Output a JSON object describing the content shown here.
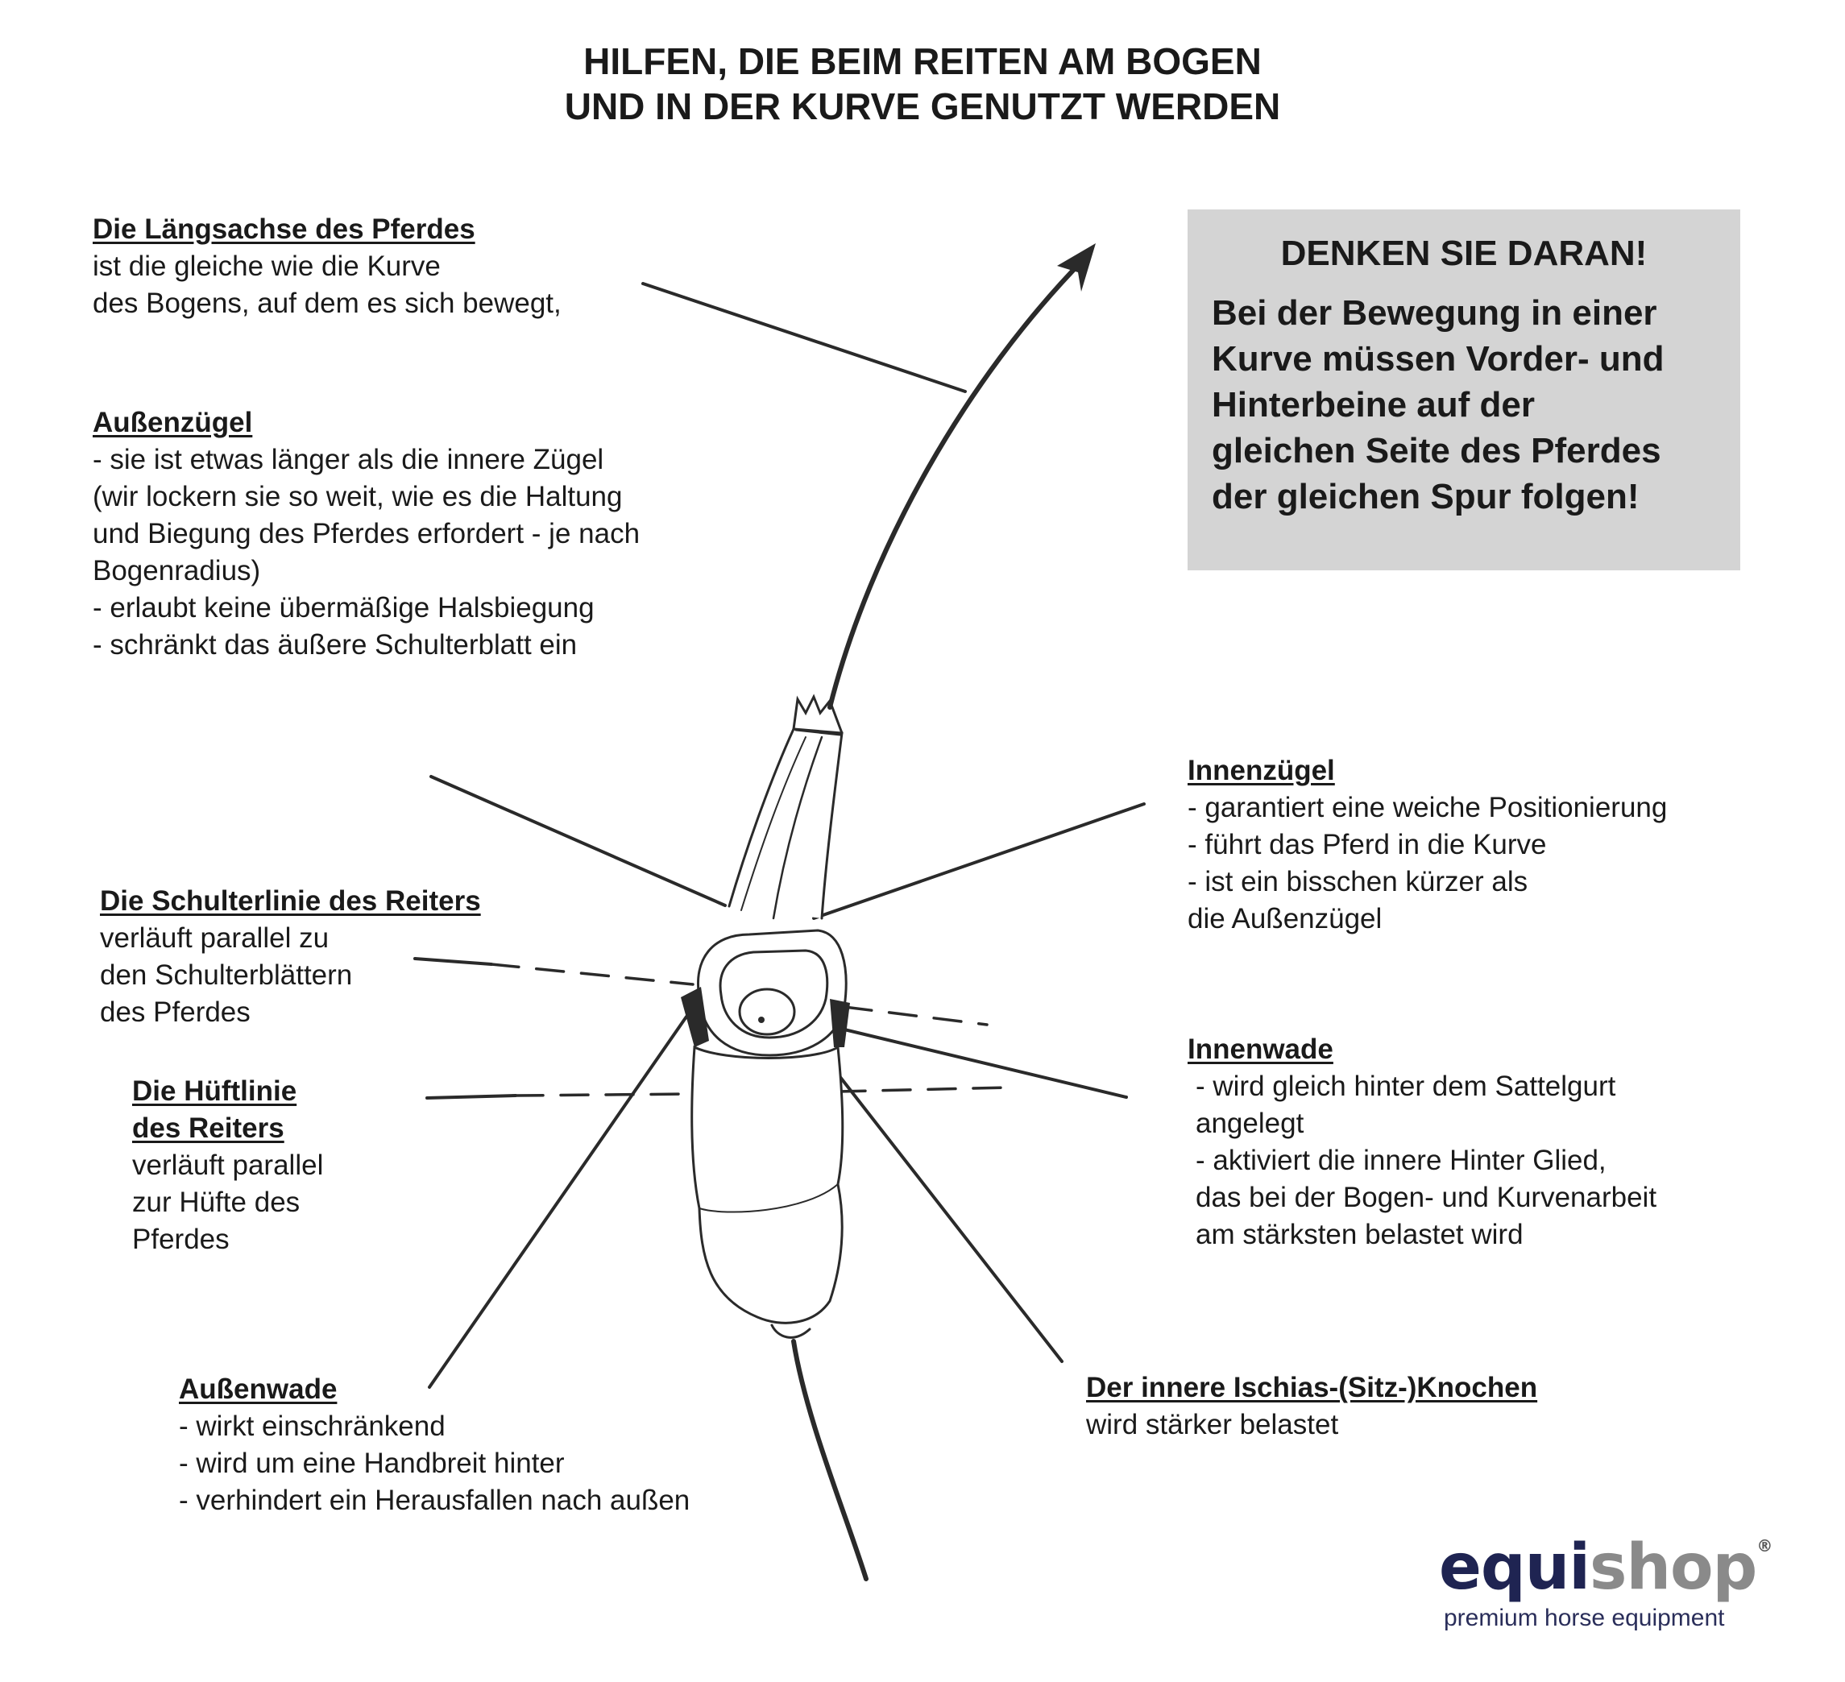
{
  "title": {
    "line1": "HILFEN, DIE BEIM REITEN AM BOGEN",
    "line2": "UND IN DER KURVE GENUTZT WERDEN"
  },
  "labels": {
    "laengsachse": {
      "heading": "Die Längsachse des Pferdes",
      "lines": [
        "ist die gleiche wie die Kurve",
        "des Bogens, auf dem es sich bewegt,"
      ]
    },
    "aussenzuegel": {
      "heading": "Außenzügel",
      "lines": [
        "- sie ist etwas länger als die innere Zügel",
        "(wir lockern sie so weit, wie es die Haltung",
        "und Biegung des Pferdes erfordert - je nach",
        "Bogenradius)",
        "- erlaubt keine übermäßige Halsbiegung",
        "- schränkt das äußere Schulterblatt ein"
      ]
    },
    "schulterlinie": {
      "heading": "Die Schulterlinie des Reiters",
      "lines": [
        "verläuft parallel zu",
        "den Schulterblättern",
        "des Pferdes"
      ]
    },
    "hueftlinie": {
      "heading1": "Die Hüftlinie",
      "heading2": "des Reiters",
      "lines": [
        "verläuft parallel",
        "zur Hüfte des",
        "Pferdes"
      ]
    },
    "aussenwade": {
      "heading": "Außenwade",
      "lines": [
        "- wirkt einschränkend",
        "- wird um eine Handbreit hinter",
        "- verhindert ein Herausfallen nach außen"
      ]
    },
    "innenzuegel": {
      "heading": "Innenzügel",
      "lines": [
        "- garantiert eine weiche Positionierung",
        "- führt das Pferd in die Kurve",
        "- ist ein bisschen kürzer als",
        "die Außenzügel"
      ]
    },
    "innenwade": {
      "heading": "Innenwade",
      "lines": [
        "- wird gleich hinter dem Sattelgurt",
        "angelegt",
        "- aktiviert die innere Hinter Glied,",
        "das bei der Bogen- und Kurvenarbeit",
        "am stärksten belastet wird"
      ]
    },
    "ischias": {
      "heading": "Der innere Ischias-(Sitz-)Knochen",
      "lines": [
        "wird stärker belastet"
      ]
    }
  },
  "reminder": {
    "title": "DENKEN SIE DARAN!",
    "lines": [
      "Bei der Bewegung in einer",
      "Kurve müssen Vorder- und",
      "Hinterbeine auf der",
      "gleichen Seite des Pferdes",
      "der gleichen Spur folgen!"
    ],
    "background": "#d4d4d4"
  },
  "logo": {
    "brand_part1": "equi",
    "brand_part2": "shop",
    "registered": "®",
    "tagline": "premium horse equipment",
    "colors": {
      "equi": "#1f2452",
      "shop": "#8a8a8a"
    }
  }
}
